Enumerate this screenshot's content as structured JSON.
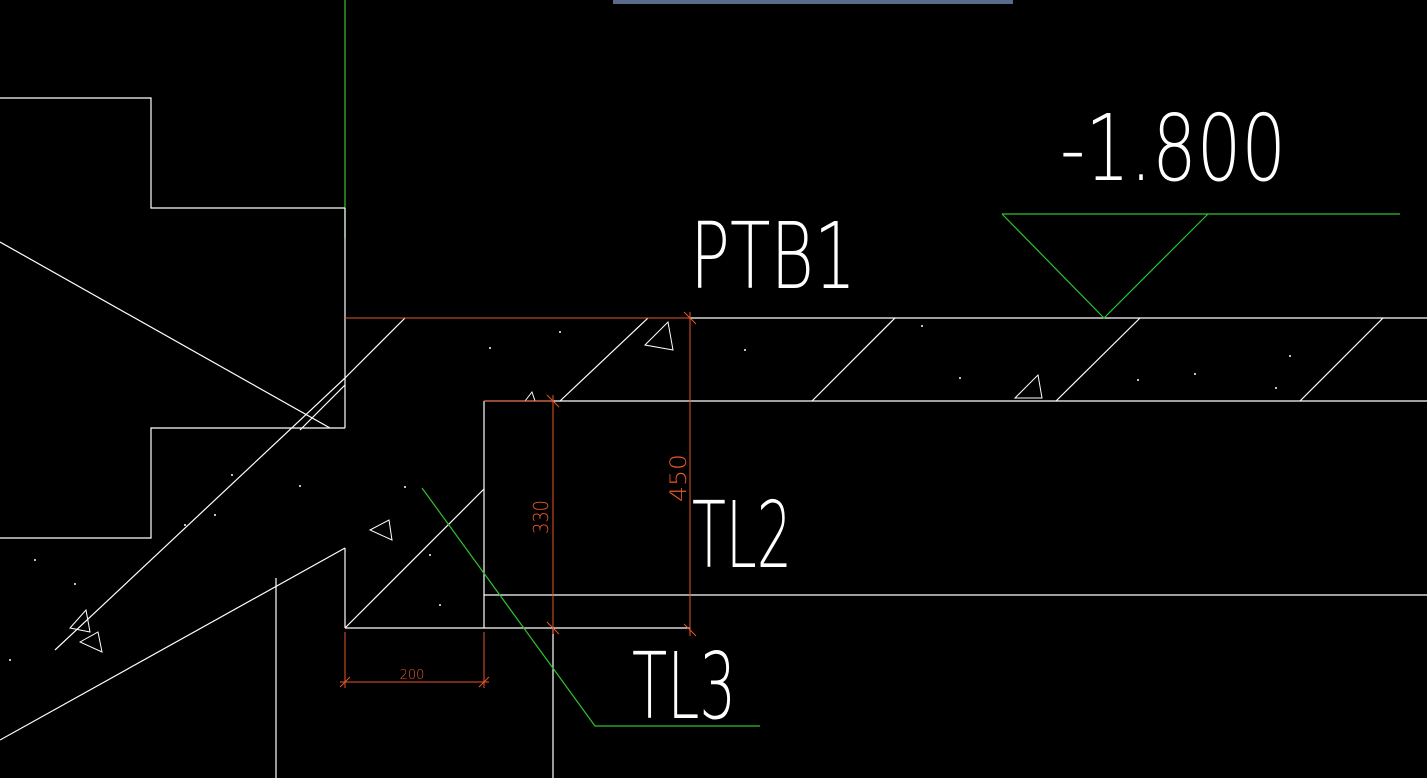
{
  "colors": {
    "background": "#000000",
    "linework": "#ffffff",
    "dimension": "#e8562a",
    "leader": "#2fc12f",
    "selection_bar": "#5a6a8c"
  },
  "labels": {
    "elevation": "-1.800",
    "slab": "PTB1",
    "beam_tl2": "TL2",
    "beam_tl3": "TL3"
  },
  "dimensions": {
    "beam_depth_total": "450",
    "beam_depth_inner": "330",
    "beam_width": "200"
  }
}
